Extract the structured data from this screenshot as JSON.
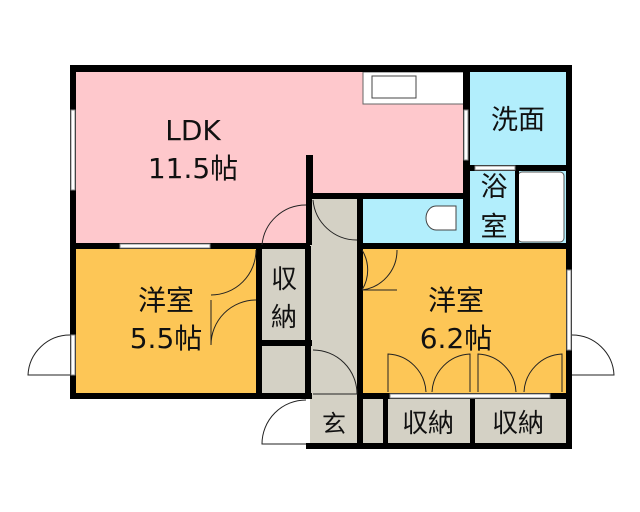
{
  "floor_plan": {
    "rooms": [
      {
        "id": "ldk",
        "name": "LDK",
        "size": "11.5帖"
      },
      {
        "id": "washroom",
        "name": "洗面"
      },
      {
        "id": "bath",
        "name_line1": "浴",
        "name_line2": "室"
      },
      {
        "id": "western1",
        "name": "洋室",
        "size": "5.5帖"
      },
      {
        "id": "western2",
        "name": "洋室",
        "size": "6.2帖"
      },
      {
        "id": "storage1",
        "name_line1": "収",
        "name_line2": "納"
      },
      {
        "id": "storage2",
        "name": "収納"
      },
      {
        "id": "storage3",
        "name": "収納"
      },
      {
        "id": "entrance",
        "name": "玄"
      }
    ],
    "colors": {
      "ldk": "#fec8cc",
      "western": "#fdc656",
      "water": "#b2eefc",
      "storage": "#d4d1c5",
      "wall": "#000000"
    }
  }
}
